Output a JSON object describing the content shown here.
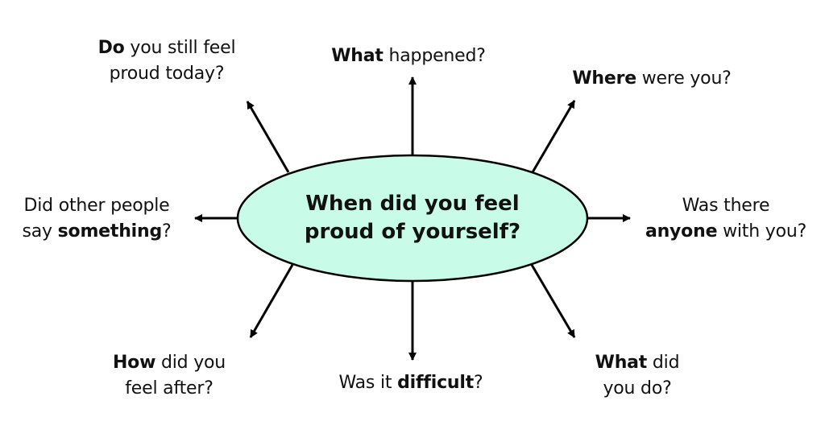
{
  "diagram": {
    "center": {
      "line1": "When did you feel",
      "line2": "proud of yourself?",
      "fill_color": "#c8fbe8",
      "stroke_color": "#000000"
    },
    "prompts": [
      {
        "id": "top-left",
        "lines": [
          [
            {
              "t": "Do",
              "b": true
            },
            {
              "t": " you still feel",
              "b": false
            }
          ],
          [
            {
              "t": "proud today?",
              "b": false
            }
          ]
        ]
      },
      {
        "id": "top",
        "lines": [
          [
            {
              "t": "What",
              "b": true
            },
            {
              "t": " happened?",
              "b": false
            }
          ]
        ]
      },
      {
        "id": "top-right",
        "lines": [
          [
            {
              "t": "Where",
              "b": true
            },
            {
              "t": " were you?",
              "b": false
            }
          ]
        ]
      },
      {
        "id": "left",
        "lines": [
          [
            {
              "t": "Did other people",
              "b": false
            }
          ],
          [
            {
              "t": "say ",
              "b": false
            },
            {
              "t": "something",
              "b": true
            },
            {
              "t": "?",
              "b": false
            }
          ]
        ]
      },
      {
        "id": "right",
        "lines": [
          [
            {
              "t": "Was there",
              "b": false
            }
          ],
          [
            {
              "t": "anyone",
              "b": true
            },
            {
              "t": " with you?",
              "b": false
            }
          ]
        ]
      },
      {
        "id": "bottom-left",
        "lines": [
          [
            {
              "t": "How",
              "b": true
            },
            {
              "t": " did you",
              "b": false
            }
          ],
          [
            {
              "t": "feel after?",
              "b": false
            }
          ]
        ]
      },
      {
        "id": "bottom",
        "lines": [
          [
            {
              "t": "Was it ",
              "b": false
            },
            {
              "t": "difficult",
              "b": true
            },
            {
              "t": "?",
              "b": false
            }
          ]
        ]
      },
      {
        "id": "bottom-right",
        "lines": [
          [
            {
              "t": "What",
              "b": true
            },
            {
              "t": " did",
              "b": false
            }
          ],
          [
            {
              "t": "you do?",
              "b": false
            }
          ]
        ]
      }
    ]
  }
}
